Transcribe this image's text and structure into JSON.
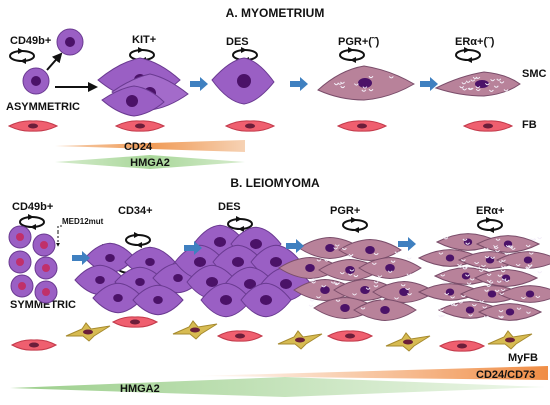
{
  "panel_a": {
    "title": "A. MYOMETRIUM",
    "markers": {
      "cd49b": "CD49b+",
      "kit": "KIT+",
      "des": "DES",
      "pgr": "PGR+(˜)",
      "era": "ERα+(˜)"
    },
    "mode": "ASYMMETRIC",
    "smc": "SMC",
    "fb": "FB",
    "gradient_1": "CD24",
    "gradient_2": "HMGA2"
  },
  "panel_b": {
    "title": "B. LEIOMYOMA",
    "markers": {
      "cd49b": "CD49b+",
      "med12": "MED12mut",
      "cd34": "CD34+",
      "des": "DES",
      "pgr": "PGR+",
      "era": "ERα+"
    },
    "mode": "SYMMETRIC",
    "myfb": "MyFB",
    "gradient_1": "CD24/CD73",
    "gradient_2": "HMGA2"
  },
  "colors": {
    "stem_cell": "#9a5fc4",
    "nucleus": "#4b1268",
    "fibroblast": "#ef5f6f",
    "myofibroblast": "#d7bb52",
    "arrow_blue": "#3f80c0",
    "cd24_orange": "#f09a55",
    "hmga2_green": "#a9d79a"
  }
}
